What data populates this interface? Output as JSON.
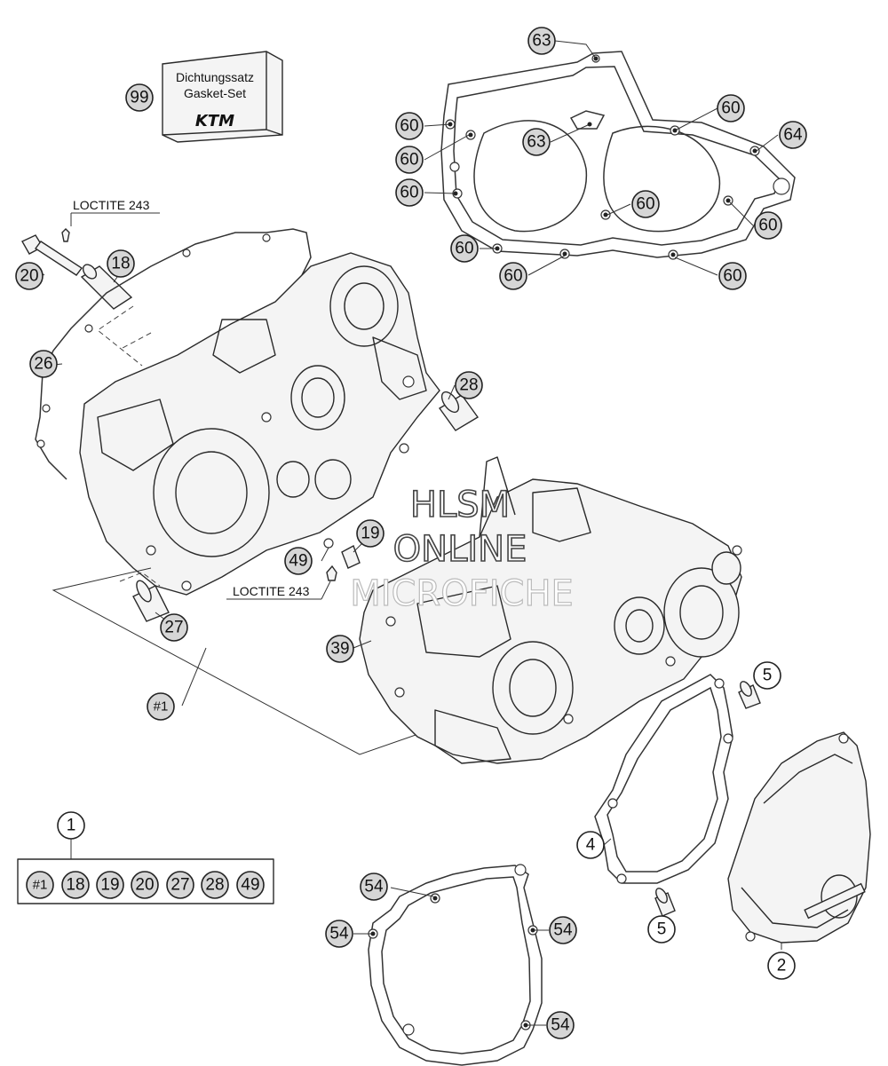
{
  "gasket_set": {
    "line1": "Dichtungssatz",
    "line2": "Gasket-Set",
    "logo": "KTM"
  },
  "notes": {
    "loctite_top": "LOCTITE 243",
    "loctite_mid": "LOCTITE 243"
  },
  "watermark": {
    "line1": "HLSM",
    "line2": "ONLINE",
    "line3": "MICROFICHE"
  },
  "callouts": {
    "c99": "99",
    "c63a": "63",
    "c63b": "63",
    "c64": "64",
    "c60_1": "60",
    "c60_2": "60",
    "c60_3": "60",
    "c60_4": "60",
    "c60_5": "60",
    "c60_6": "60",
    "c60_7": "60",
    "c60_8": "60",
    "c60_9": "60",
    "c20": "20",
    "c18": "18",
    "c26": "26",
    "c28": "28",
    "c19": "19",
    "c49": "49",
    "c27": "27",
    "c39": "39",
    "c_h1": "#1",
    "c5a": "5",
    "c5b": "5",
    "c4": "4",
    "c2": "2",
    "c1": "1",
    "c54a": "54",
    "c54b": "54",
    "c54c": "54",
    "c54d": "54"
  },
  "kit": {
    "items": [
      "#1",
      "18",
      "19",
      "20",
      "27",
      "28",
      "49"
    ]
  }
}
